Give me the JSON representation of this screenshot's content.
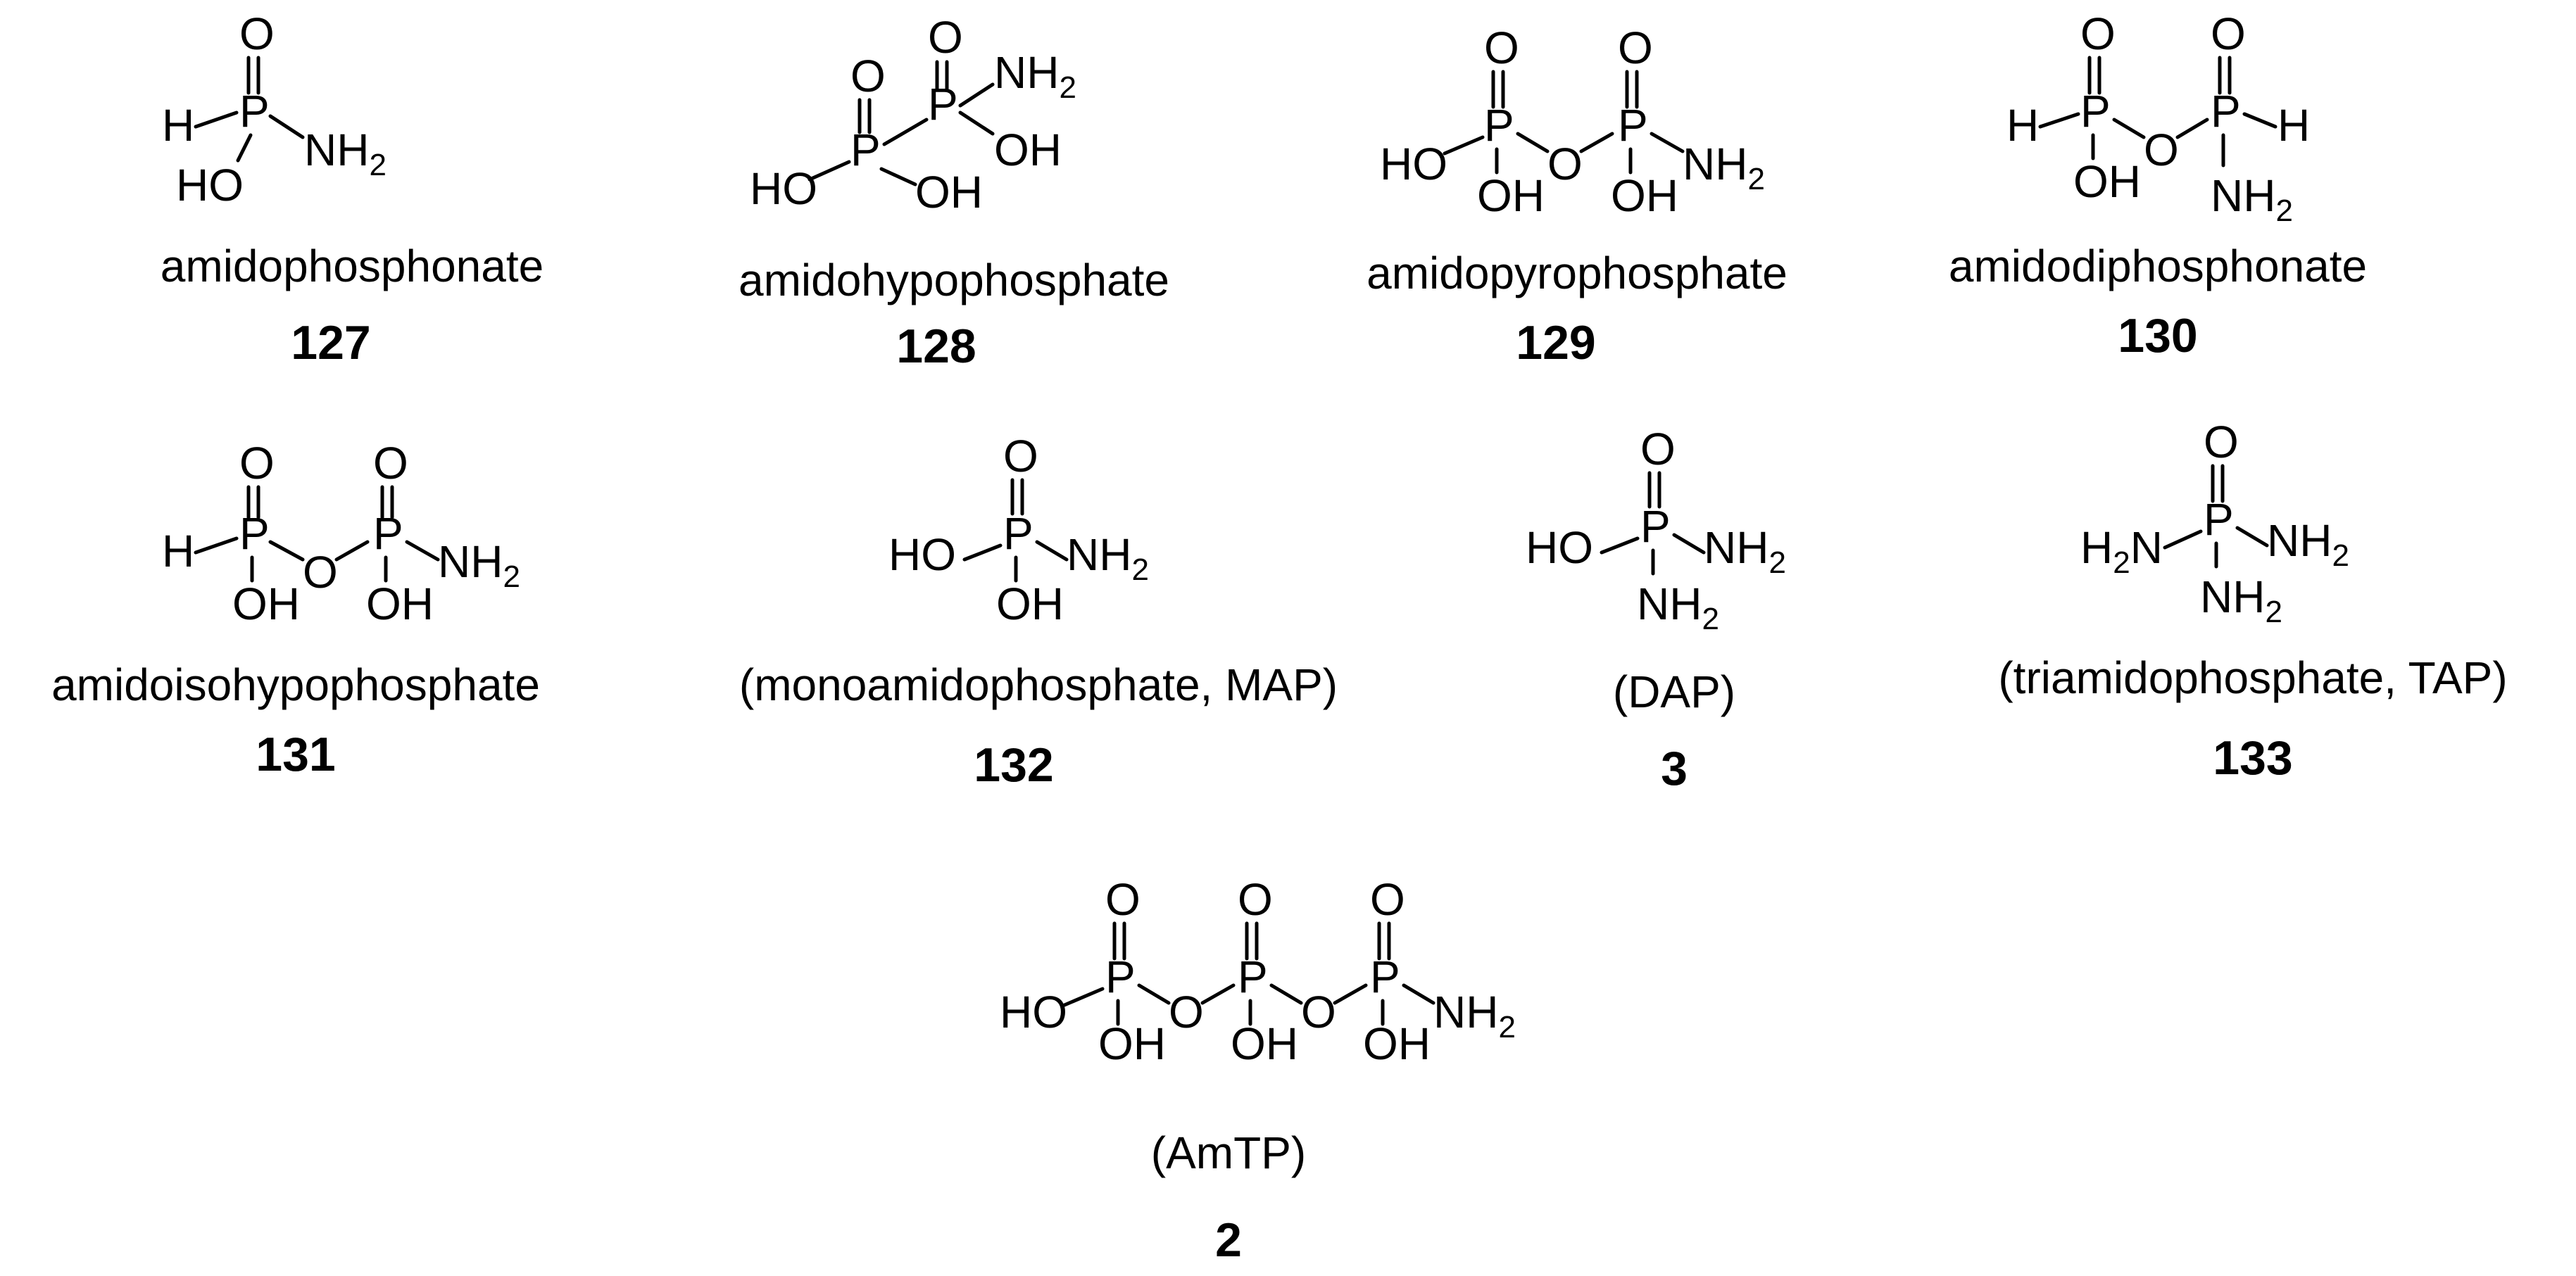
{
  "compounds": [
    {
      "name": "amidophosphonate",
      "number": "127"
    },
    {
      "name": "amidohypophosphate",
      "number": "128"
    },
    {
      "name": "amidopyrophosphate",
      "number": "129"
    },
    {
      "name": "amidodiphosphonate",
      "number": "130"
    },
    {
      "name": "amidoisohypophosphate",
      "number": "131"
    },
    {
      "name": "(monoamidophosphate, MAP)",
      "number": "132"
    },
    {
      "name": "(DAP)",
      "number": "3"
    },
    {
      "name": "(triamidophosphate, TAP)",
      "number": "133"
    },
    {
      "name": "(AmTP)",
      "number": "2"
    }
  ],
  "atoms": {
    "P": "P",
    "O": "O",
    "H": "H",
    "HO": "HO",
    "OH": "OH",
    "NH": "NH",
    "N": "N",
    "H2": "2",
    "Hleft": "H"
  }
}
